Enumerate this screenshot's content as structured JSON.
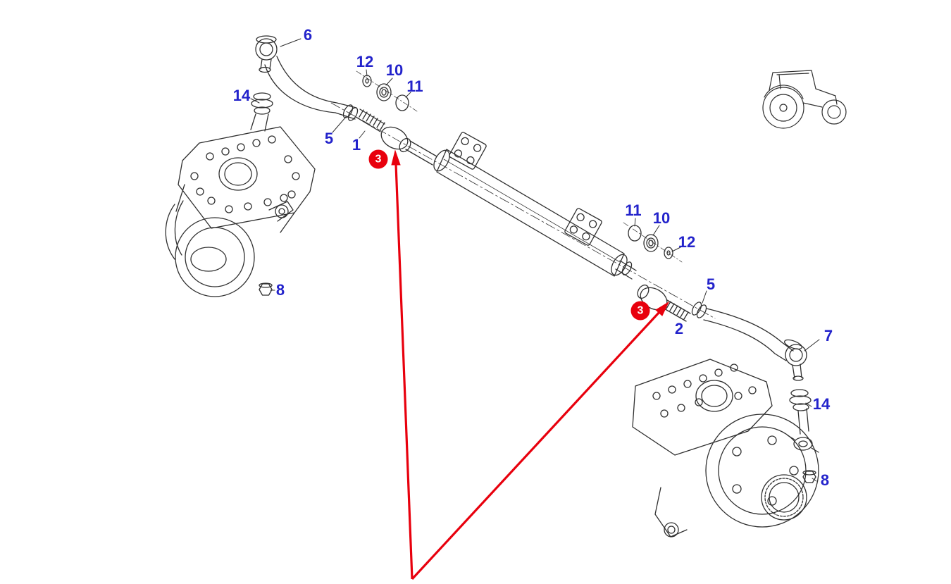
{
  "colors": {
    "background": "#ffffff",
    "label_blue": "#2323cb",
    "highlight_red": "#e8000d",
    "line_art": "#2f2f2f"
  },
  "icons": {
    "tractor": "tractor-icon"
  },
  "part_labels": [
    "6",
    "14",
    "12",
    "10",
    "11",
    "5",
    "1",
    "8",
    "11",
    "10",
    "12",
    "5",
    "2",
    "7",
    "14",
    "8"
  ],
  "highlight_callouts": [
    "3",
    "3"
  ]
}
